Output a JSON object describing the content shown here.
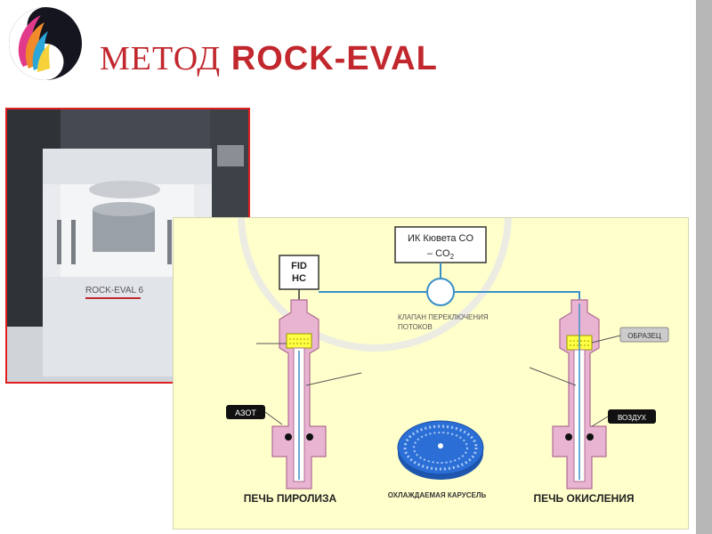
{
  "title": {
    "word1": "МЕТОД",
    "word2": "ROCK-EVAL"
  },
  "photo": {
    "instrument_label": "ROCK-EVAL 6"
  },
  "diagram": {
    "ik_box_line1": "ИК  Кювета CO",
    "ik_box_line2": "– CO",
    "ik_box_sub": "2",
    "fid_line1": "FID",
    "fid_line2": "HC",
    "valve_line1": "КЛАПАН ПЕРЕКЛЮЧЕНИЯ",
    "valve_line2": "ПОТОКОВ",
    "label_sample": "ОБРАЗЕЦ",
    "label_nitrogen": "АЗОТ",
    "label_air": "ВОЗДУХ",
    "label_pyrolysis": "ПЕЧЬ ПИРОЛИЗА",
    "label_carousel": "ОХЛАЖДАЕМАЯ КАРУСЕЛЬ",
    "label_oxidation": "ПЕЧЬ ОКИСЛЕНИЯ"
  },
  "colors": {
    "title": "#c1272d",
    "furnace": "#e8b4d2",
    "line": "#3a8fc7",
    "carousel": "#2b6fd6",
    "diagram_bg": "#ffffcc"
  }
}
